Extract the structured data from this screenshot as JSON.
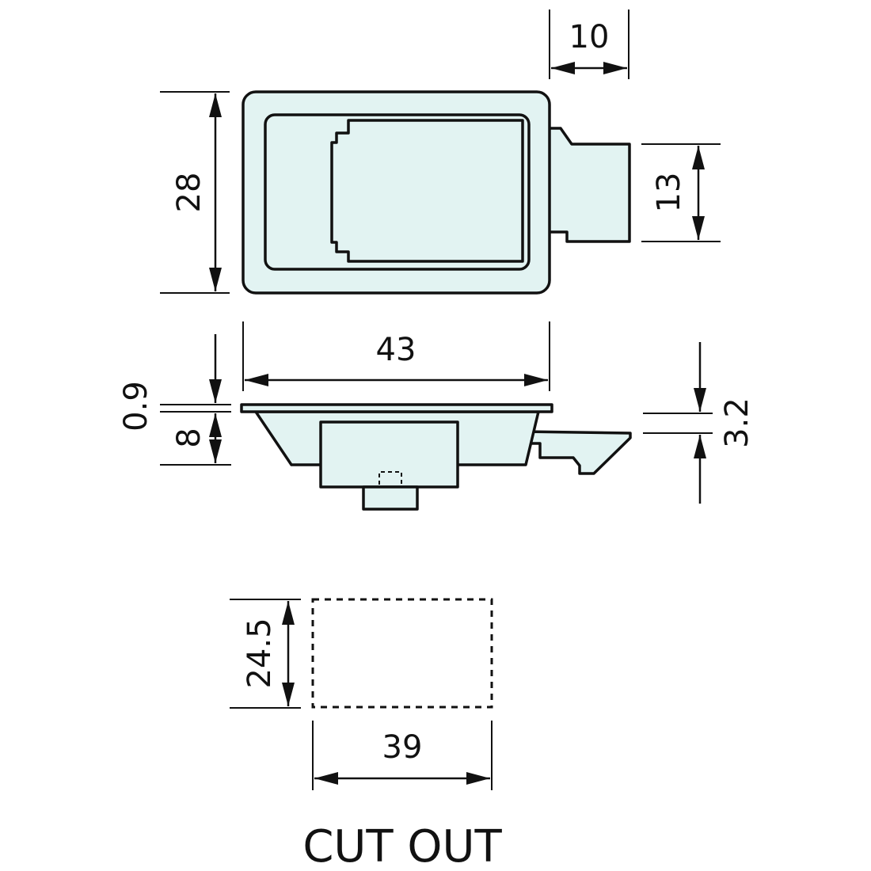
{
  "colors": {
    "part_fill": "#e2f3f2",
    "line": "#111111",
    "background": "#ffffff"
  },
  "dimensions": {
    "top_width": "10",
    "height": "28",
    "tongue_height": "13",
    "length": "43",
    "flange": "0.9",
    "depth": "8",
    "tongue_thickness": "3.2",
    "cutout_height": "24.5",
    "cutout_width": "39"
  },
  "caption": "CUT OUT"
}
